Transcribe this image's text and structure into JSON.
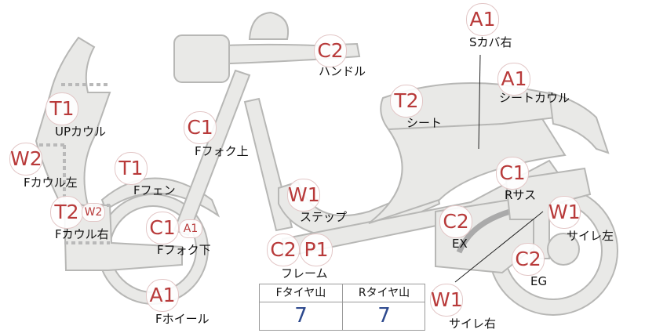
{
  "badges": {
    "s_cover_right": "A1",
    "handle": "C2",
    "seat_cowl": "A1",
    "seat": "T2",
    "up_cowl": "T1",
    "front_fork_upper": "C1",
    "front_cowl_left": "W2",
    "front_fender": "T1",
    "step": "W1",
    "rear_sus": "C1",
    "front_cowl_right": "T2",
    "front_cowl_right_sub": "W2",
    "exhaust": "C2",
    "muffler_left": "W1",
    "front_fork_lower": "C1",
    "front_fork_lower_sub": "A1",
    "frame_c": "C2",
    "frame_p": "P1",
    "engine": "C2",
    "front_wheel": "A1",
    "muffler_right": "W1"
  },
  "labels": {
    "s_cover_right": "Sカバ右",
    "handle": "ハンドル",
    "seat_cowl": "シートカウル",
    "seat": "シート",
    "up_cowl": "UPカウル",
    "front_fork_upper": "Fフォク上",
    "front_cowl_left": "Fカウル左",
    "front_fender": "Fフェン",
    "step": "ステップ",
    "rear_sus": "Rサス",
    "front_cowl_right": "Fカウル右",
    "exhaust": "EX",
    "muffler_left": "サイレ左",
    "front_fork_lower": "Fフォク下",
    "frame": "フレーム",
    "engine": "EG",
    "front_wheel": "Fホイール",
    "muffler_right": "サイレ右"
  },
  "tires": {
    "front_header": "Fタイヤ山",
    "rear_header": "Rタイヤ山",
    "front_value": "7",
    "rear_value": "7"
  }
}
